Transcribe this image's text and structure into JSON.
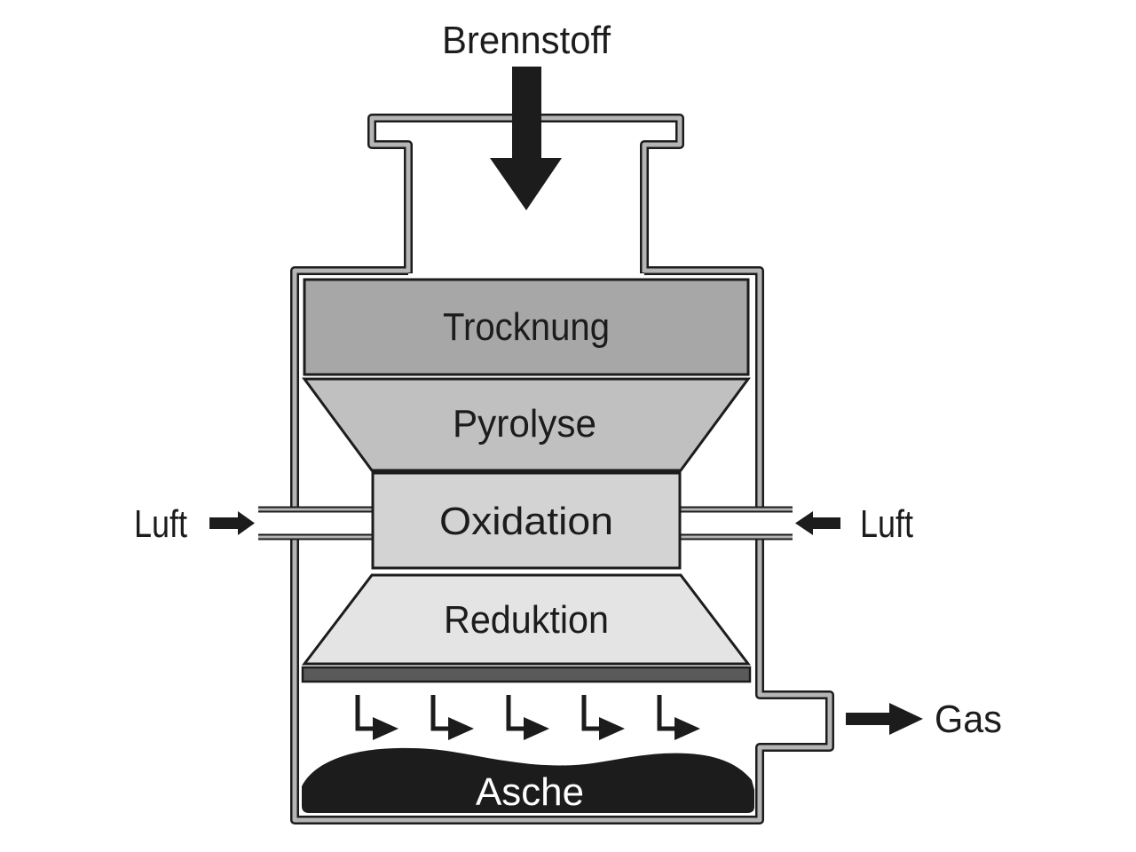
{
  "labels": {
    "fuel": "Brennstoff",
    "air_left": "Luft",
    "air_right": "Luft",
    "gas": "Gas",
    "ash": "Asche"
  },
  "zones": [
    {
      "label": "Trocknung",
      "fill": "#a7a7a7"
    },
    {
      "label": "Pyrolyse",
      "fill": "#c0c0c0"
    },
    {
      "label": "Oxidation",
      "fill": "#d3d3d3"
    },
    {
      "label": "Reduktion",
      "fill": "#e4e4e4"
    }
  ],
  "colors": {
    "background": "#ffffff",
    "line": "#1c1c1c",
    "wall_fill": "#b5b5b5",
    "grate_fill": "#5a5a5a",
    "ash_fill": "#1c1c1c",
    "label_text": "#1c1c1c",
    "ash_text": "#ffffff"
  }
}
